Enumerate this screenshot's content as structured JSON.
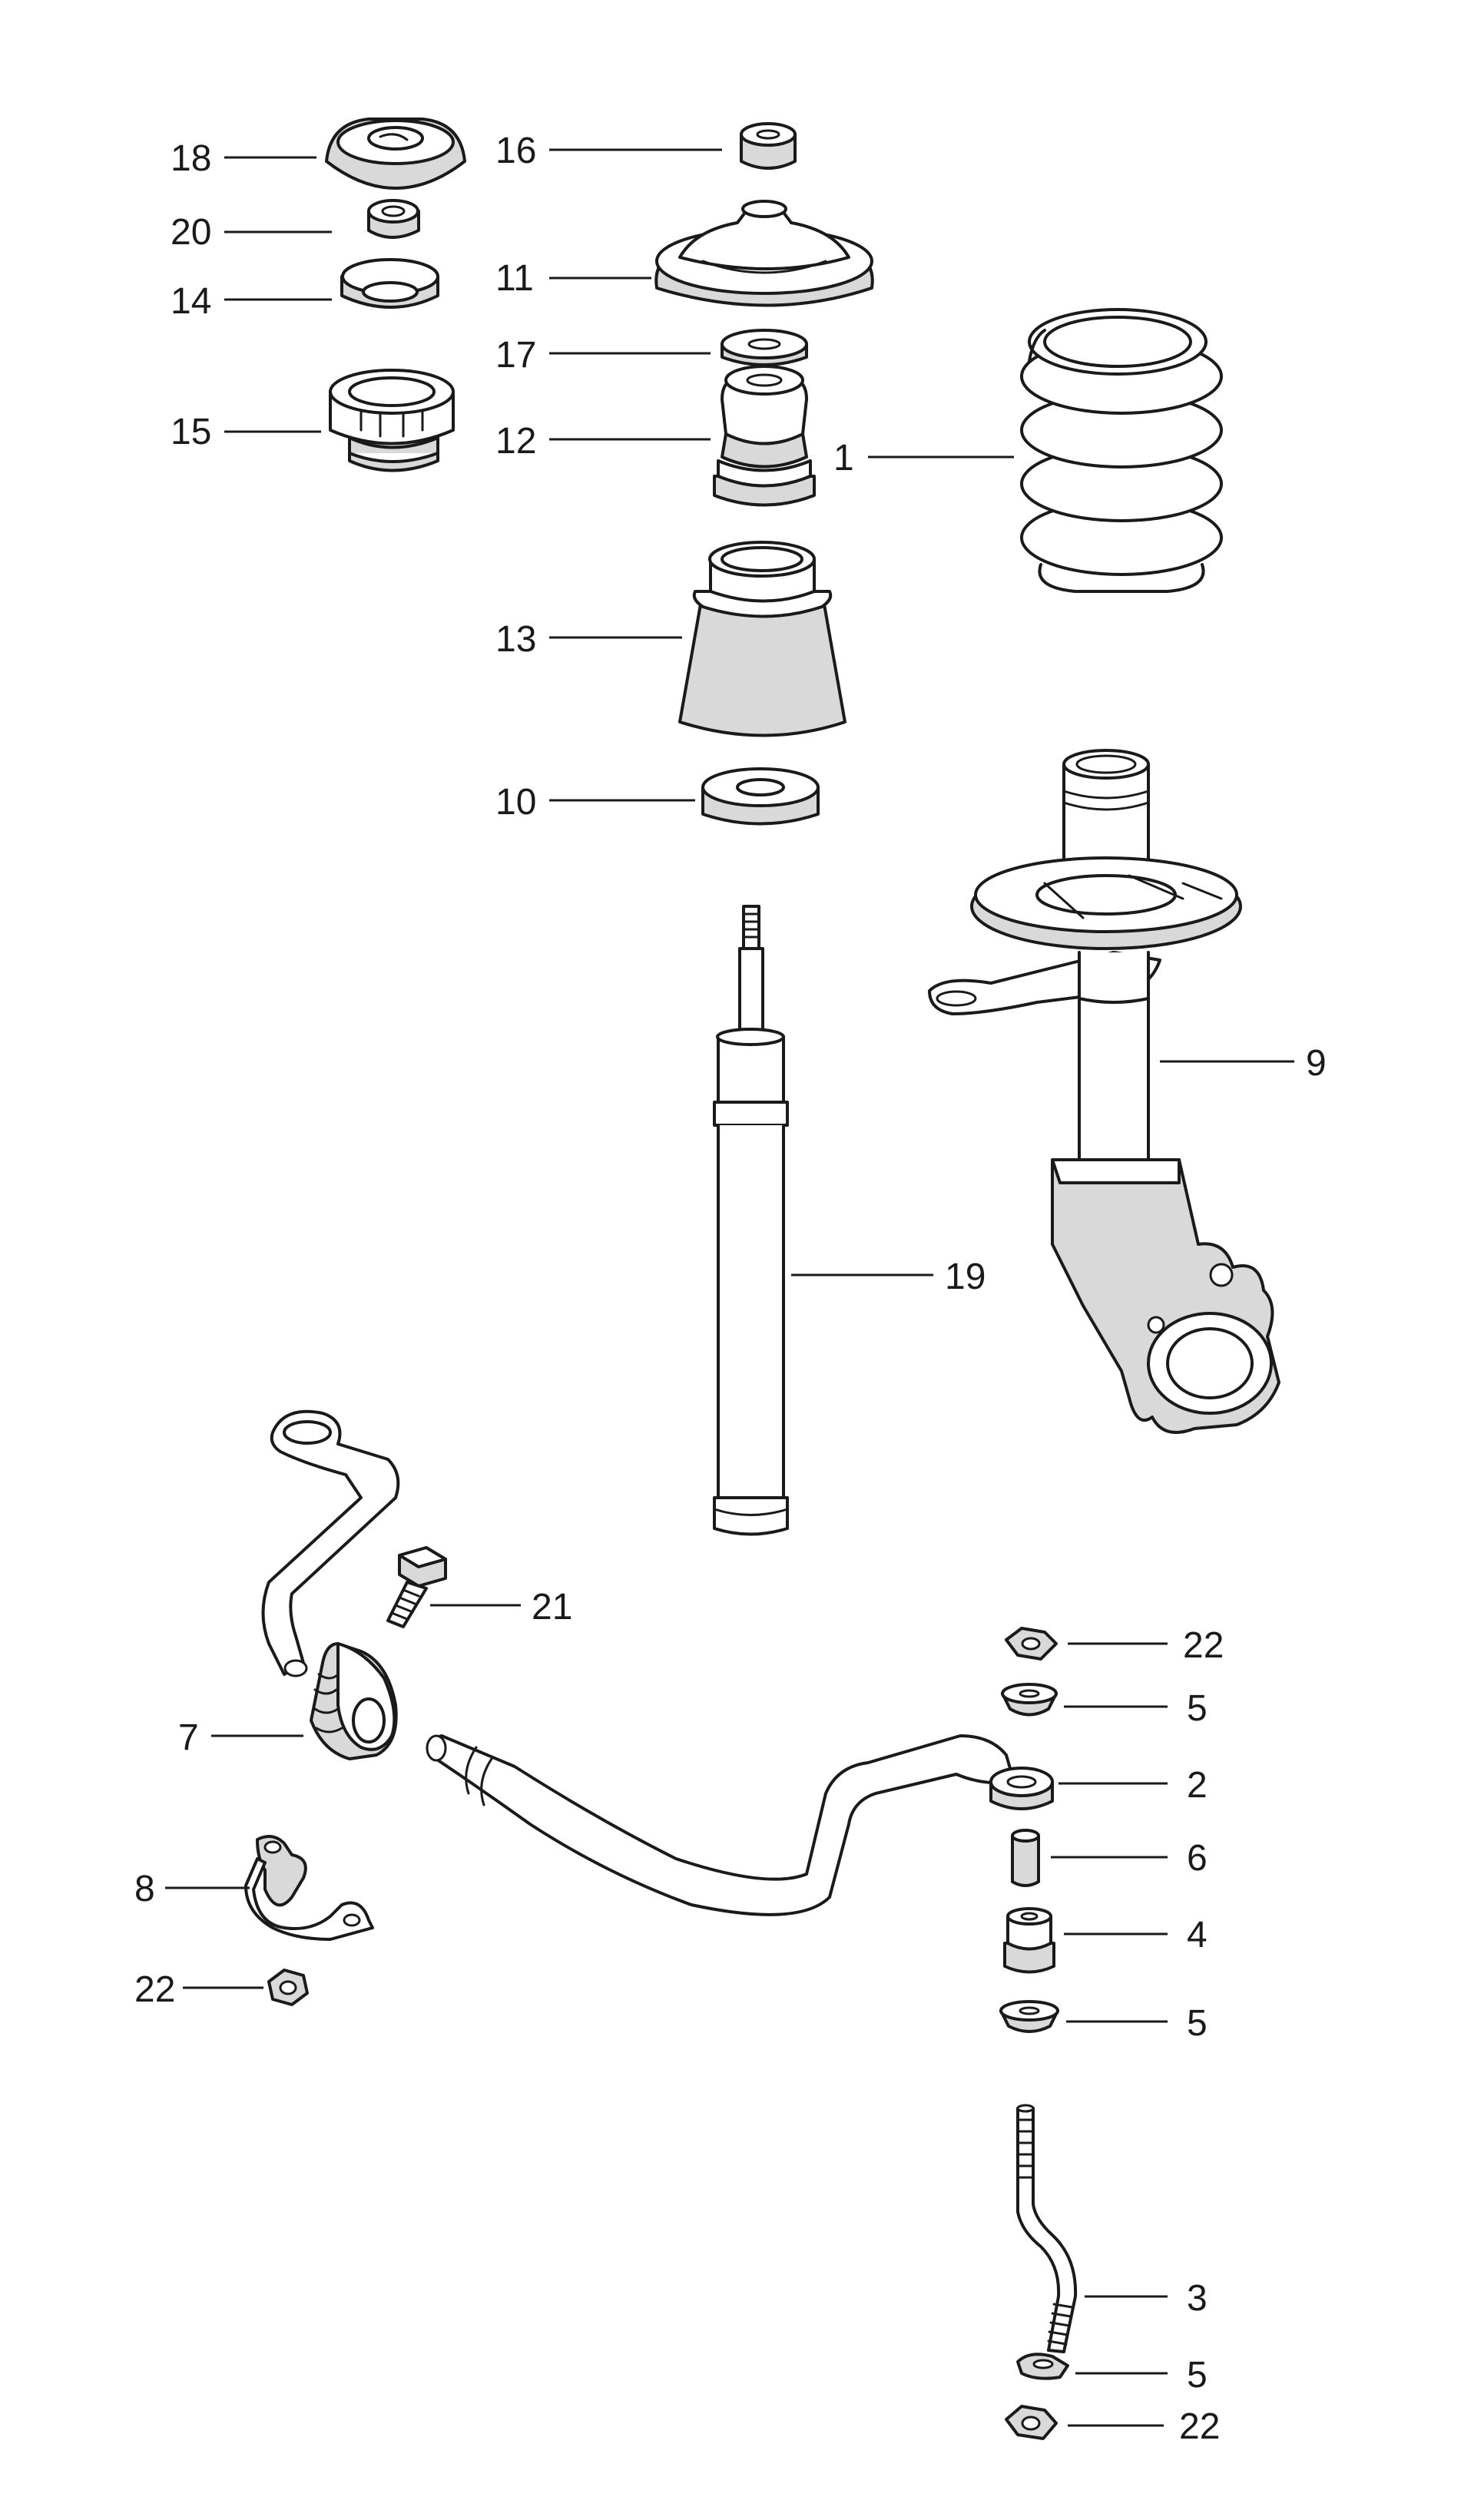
{
  "colors": {
    "line": "#1a1a1a",
    "background": "#ffffff",
    "shade": "#d9d9d9"
  },
  "callouts": {
    "c18": "18",
    "c20": "20",
    "c14": "14",
    "c15": "15",
    "c16": "16",
    "c11": "11",
    "c17": "17",
    "c12": "12",
    "c13": "13",
    "c10": "10",
    "c1": "1",
    "c9": "9",
    "c19": "19",
    "c21": "21",
    "c7": "7",
    "c8": "8",
    "c22a": "22",
    "c22b": "22",
    "c22c": "22",
    "c5a": "5",
    "c5b": "5",
    "c5c": "5",
    "c2": "2",
    "c6": "6",
    "c4": "4",
    "c3": "3"
  }
}
